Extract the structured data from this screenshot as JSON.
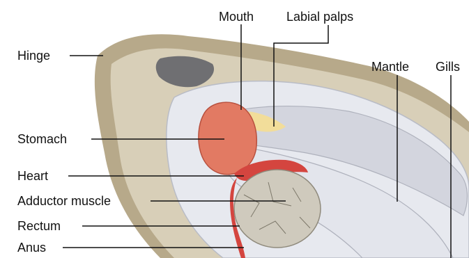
{
  "labels": {
    "mouth": "Mouth",
    "labial_palps": "Labial palps",
    "hinge": "Hinge",
    "mantle": "Mantle",
    "gills": "Gills",
    "stomach": "Stomach",
    "heart": "Heart",
    "adductor_muscle": "Adductor muscle",
    "rectum": "Rectum",
    "anus": "Anus"
  },
  "colors": {
    "shell_outer": "#b7a98a",
    "shell_inner": "#d8cfb8",
    "hinge_ligament": "#6f6f72",
    "mantle": "#e7e9ef",
    "gills": "#d3d5de",
    "stomach": "#e27a63",
    "heart_rectum": "#d4453f",
    "labial_palps": "#f2dd9a",
    "adductor": "#cfcabd",
    "leader_line": "#111111"
  }
}
